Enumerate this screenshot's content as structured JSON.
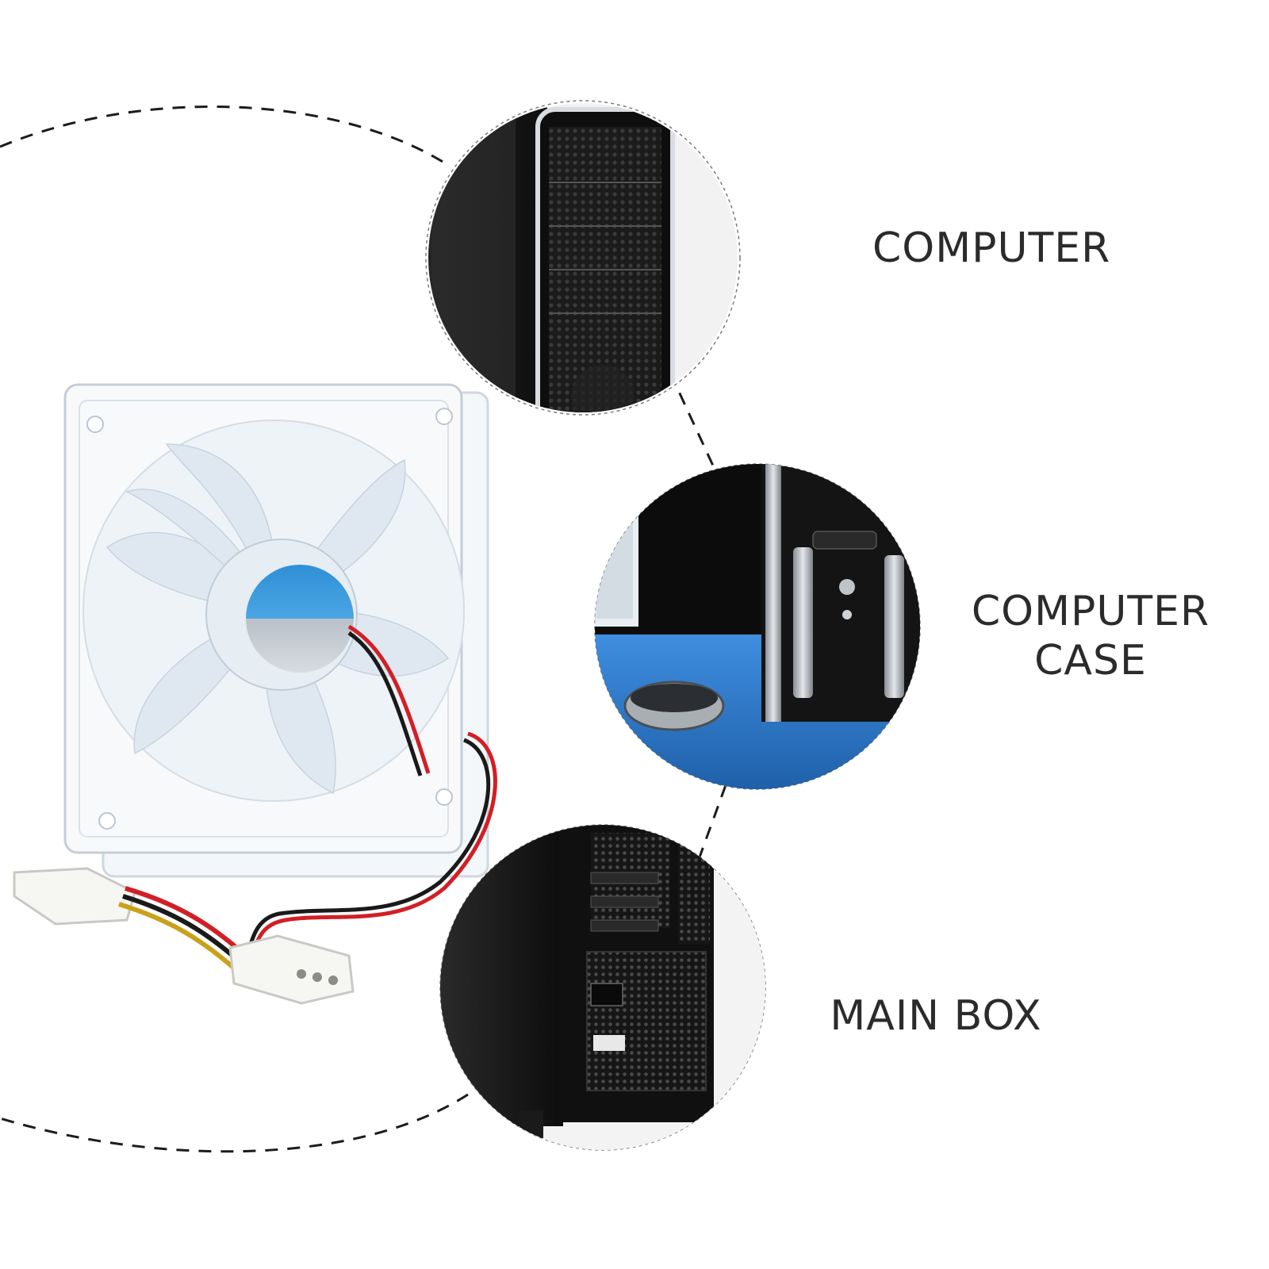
{
  "labels": {
    "computer": "COMPUTER",
    "computer_case_line1": "COMPUTER",
    "computer_case_line2": "CASE",
    "main_box": "MAIN BOX"
  },
  "icons": {
    "fan": "clear-case-fan-icon",
    "tower_front": "computer-tower-front-icon",
    "tower_desk": "computer-case-desk-icon",
    "tower_rear": "main-box-rear-icon"
  },
  "colors": {
    "label_text": "#2b2b2b",
    "fan_hub_blue": "#3d9ad8",
    "fan_hub_silver": "#c9ced4",
    "wire_red": "#d21f26",
    "wire_black": "#1a1a1a",
    "wire_yellow": "#c9a21a",
    "desk_blue": "#2f7fd0"
  }
}
